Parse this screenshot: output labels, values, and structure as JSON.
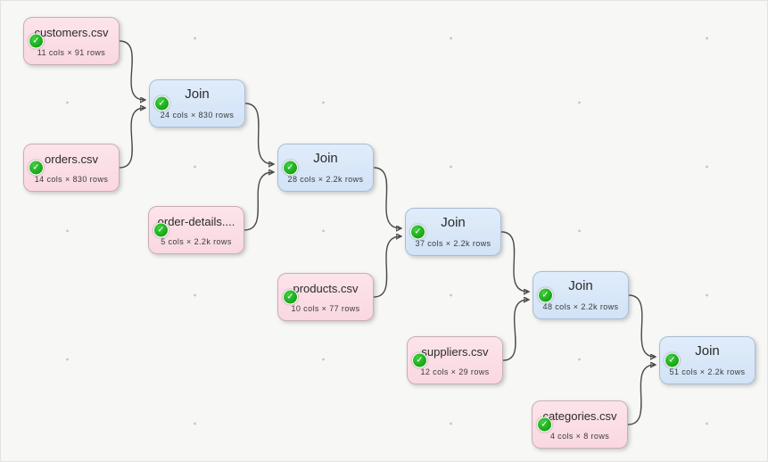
{
  "colors": {
    "input_node_fill": "#fad8e1",
    "join_node_fill": "#d2e3f6",
    "status_ok_green": "#17a617",
    "edge_stroke": "#4a4a4a",
    "canvas_background": "#f7f7f5"
  },
  "status": {
    "ok_glyph": "✓"
  },
  "nodes": [
    {
      "id": "customers",
      "type": "input",
      "title": "customers.csv",
      "subtitle": "11 cols × 91 rows",
      "status_icon": "check-icon"
    },
    {
      "id": "join1",
      "type": "join",
      "title": "Join",
      "subtitle": "24 cols × 830 rows",
      "status_icon": "check-icon"
    },
    {
      "id": "orders",
      "type": "input",
      "title": "orders.csv",
      "subtitle": "14 cols × 830 rows",
      "status_icon": "check-icon"
    },
    {
      "id": "order_details",
      "type": "input",
      "title": "order-details....",
      "subtitle": "5 cols × 2.2k rows",
      "status_icon": "check-icon"
    },
    {
      "id": "join2",
      "type": "join",
      "title": "Join",
      "subtitle": "28 cols × 2.2k rows",
      "status_icon": "check-icon"
    },
    {
      "id": "products",
      "type": "input",
      "title": "products.csv",
      "subtitle": "10 cols × 77 rows",
      "status_icon": "check-icon"
    },
    {
      "id": "join3",
      "type": "join",
      "title": "Join",
      "subtitle": "37 cols × 2.2k rows",
      "status_icon": "check-icon"
    },
    {
      "id": "suppliers",
      "type": "input",
      "title": "suppliers.csv",
      "subtitle": "12 cols × 29 rows",
      "status_icon": "check-icon"
    },
    {
      "id": "join4",
      "type": "join",
      "title": "Join",
      "subtitle": "48 cols × 2.2k rows",
      "status_icon": "check-icon"
    },
    {
      "id": "categories",
      "type": "input",
      "title": "categories.csv",
      "subtitle": "4 cols × 8 rows",
      "status_icon": "check-icon"
    },
    {
      "id": "join5",
      "type": "join",
      "title": "Join",
      "subtitle": "51 cols × 2.2k rows",
      "status_icon": "check-icon"
    }
  ],
  "edges": [
    {
      "from": "customers",
      "to": "join1",
      "port": "upper"
    },
    {
      "from": "orders",
      "to": "join1",
      "port": "lower"
    },
    {
      "from": "join1",
      "to": "join2",
      "port": "upper"
    },
    {
      "from": "order_details",
      "to": "join2",
      "port": "lower"
    },
    {
      "from": "join2",
      "to": "join3",
      "port": "upper"
    },
    {
      "from": "products",
      "to": "join3",
      "port": "lower"
    },
    {
      "from": "join3",
      "to": "join4",
      "port": "upper"
    },
    {
      "from": "suppliers",
      "to": "join4",
      "port": "lower"
    },
    {
      "from": "join4",
      "to": "join5",
      "port": "upper"
    },
    {
      "from": "categories",
      "to": "join5",
      "port": "lower"
    }
  ]
}
